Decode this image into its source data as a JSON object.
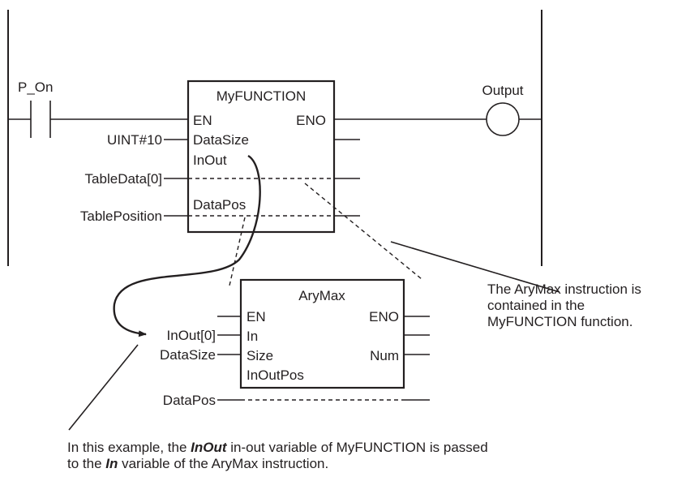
{
  "contacts": {
    "p_on": "P_On"
  },
  "coils": {
    "output": "Output"
  },
  "myfunction": {
    "name": "MyFUNCTION",
    "pins_left": [
      "EN",
      "DataSize",
      "InOut",
      "DataPos"
    ],
    "pin_right": "ENO",
    "inputs": [
      "UINT#10",
      "TableData[0]",
      "TablePosition"
    ]
  },
  "arymax": {
    "name": "AryMax",
    "pins_left": [
      "EN",
      "In",
      "Size",
      "InOutPos"
    ],
    "pins_right": [
      "ENO",
      "Num"
    ],
    "inputs": [
      "InOut[0]",
      "DataSize",
      "DataPos"
    ]
  },
  "callout_right": [
    "The AryMax instruction is",
    "contained in the",
    "MyFUNCTION function."
  ],
  "callout_bottom": {
    "part1": "In this example, the ",
    "em1": "InOut",
    "part2": " in-out variable of MyFUNCTION is passed",
    "part3": "to the ",
    "em2": "In",
    "part4": " variable of the AryMax instruction."
  }
}
